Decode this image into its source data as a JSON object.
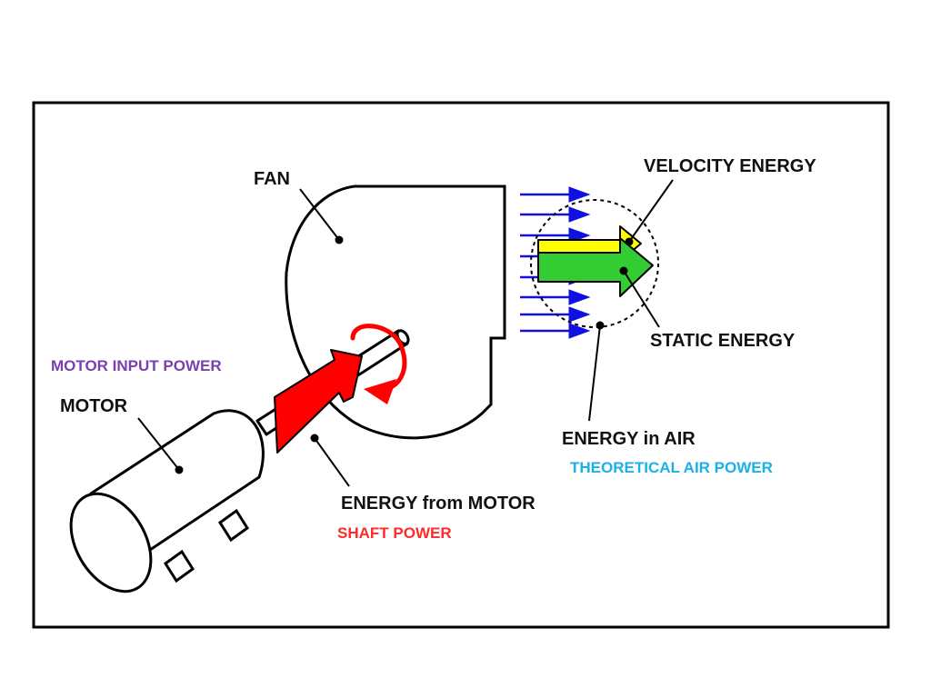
{
  "labels": {
    "fan": "FAN",
    "velocity_energy": "VELOCITY ENERGY",
    "static_energy": "STATIC ENERGY",
    "motor_input_power": "MOTOR INPUT POWER",
    "motor": "MOTOR",
    "energy_in_air": "ENERGY in AIR",
    "theoretical_air_power": "THEORETICAL AIR POWER",
    "energy_from_motor": "ENERGY from MOTOR",
    "shaft_power": "SHAFT POWER"
  },
  "colors": {
    "outline": "#000000",
    "airflow_arrows": "#1010e0",
    "velocity_arrow": "#ffff00",
    "static_arrow": "#33cc33",
    "shaft_power_arrow": "#ff0000",
    "rotation_arrow": "#ff0000",
    "motor_input_power_text": "#7a3fb0",
    "theoretical_air_power_text": "#1ab0e8",
    "shaft_power_text": "#ff2a2a"
  }
}
